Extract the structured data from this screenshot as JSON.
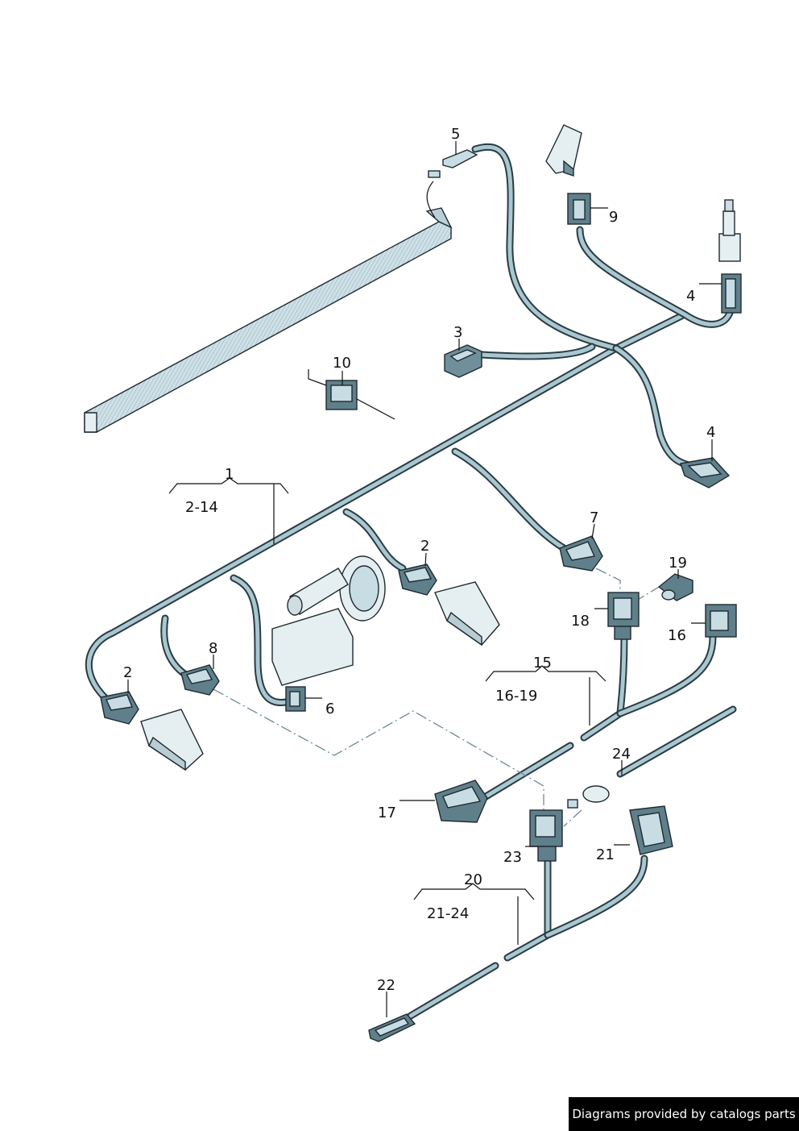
{
  "callouts": {
    "c1": "1",
    "c1_range": "2-14",
    "c2a": "2",
    "c2b": "2",
    "c3": "3",
    "c4a": "4",
    "c4b": "4",
    "c5": "5",
    "c6": "6",
    "c7": "7",
    "c8": "8",
    "c9": "9",
    "c10": "10",
    "c15": "15",
    "c15_range": "16-19",
    "c16": "16",
    "c17": "17",
    "c18": "18",
    "c19": "19",
    "c20": "20",
    "c20_range": "21-24",
    "c21": "21",
    "c22": "22",
    "c23": "23",
    "c24": "24"
  },
  "footer": {
    "credit": "Diagrams provided by catalogs parts"
  },
  "colors": {
    "part_fill": "#c8dce4",
    "part_dark": "#6f8f9b",
    "harness": "#a9c7d0",
    "credit_bg": "#000000"
  }
}
